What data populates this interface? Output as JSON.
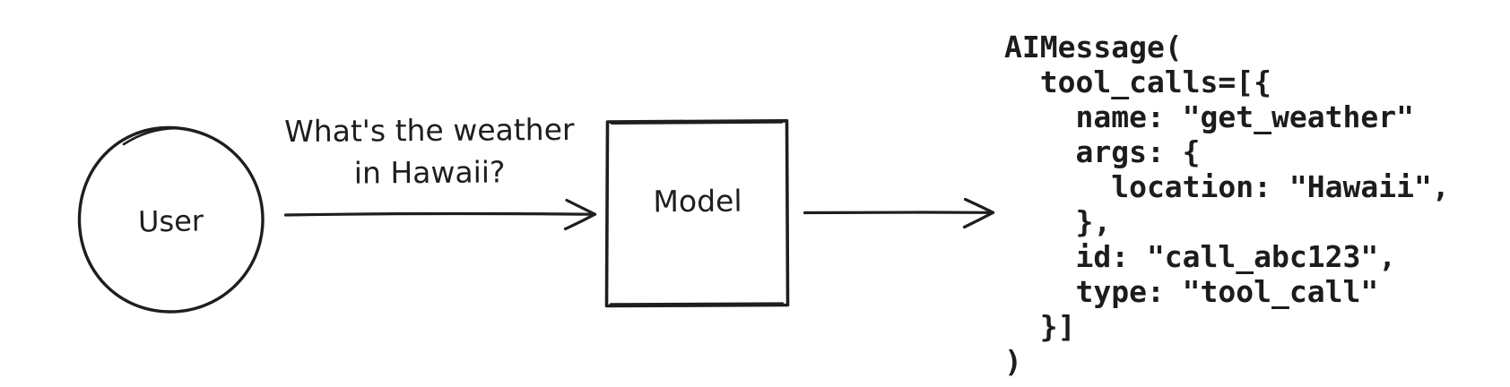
{
  "diagram": {
    "user_node": {
      "label": "User"
    },
    "model_node": {
      "label": "Model"
    },
    "user_message": {
      "line1": "What's the weather",
      "line2": "in Hawaii?"
    },
    "output_code": {
      "lines": [
        "AIMessage(",
        "  tool_calls=[{",
        "    name: \"get_weather\"",
        "    args: {",
        "      location: \"Hawaii\",",
        "    },",
        "    id: \"call_abc123\",",
        "    type: \"tool_call\"",
        "  }]",
        ")"
      ]
    },
    "colors": {
      "ink": "#1e1e1e",
      "background": "#ffffff"
    }
  }
}
